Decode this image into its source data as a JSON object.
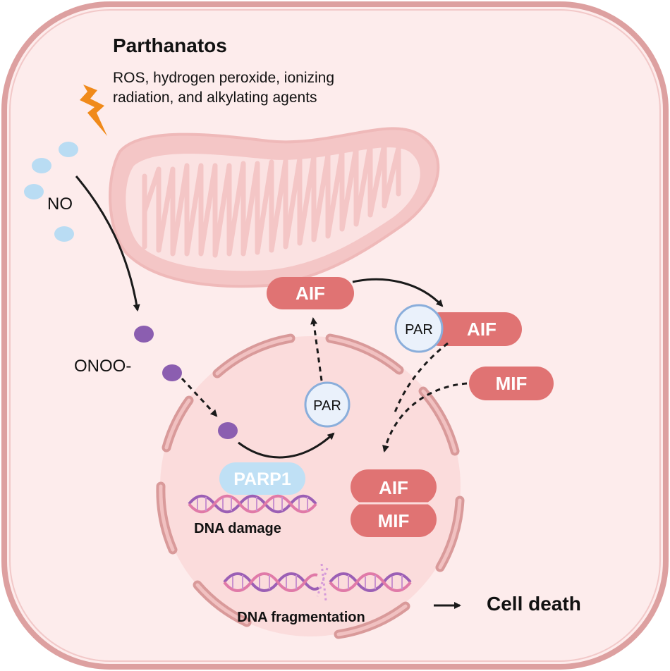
{
  "title": "Parthanatos",
  "subtitle_lines": [
    "ROS, hydrogen peroxide, ionizing",
    "radiation, and alkylating agents"
  ],
  "labels": {
    "no": "NO",
    "onoo": "ONOO-",
    "aif_mito": "AIF",
    "par_mid": "PAR",
    "par_complex": "PAR",
    "aif_complex": "AIF",
    "mif_cyto": "MIF",
    "parp1": "PARP1",
    "dna_damage": "DNA damage",
    "aif_nuc": "AIF",
    "mif_nuc": "MIF",
    "dna_fragmentation": "DNA fragmentation",
    "cell_death": "Cell death"
  },
  "colors": {
    "cell_fill": "#fdecec",
    "cell_border": "#e3a3a3",
    "nucleus_fill": "#fbdcdc",
    "pill_red": "#e07373",
    "par_circle": "#eaf1fb",
    "par_border": "#8aaedb",
    "parp1_blue": "#bfe0f5",
    "no_dot": "#b9dcf3",
    "onoo_dot": "#8b5eb0",
    "lightning": "#f08a1a",
    "dna_purple": "#9b5fb5",
    "dna_pink": "#e07aa8"
  }
}
